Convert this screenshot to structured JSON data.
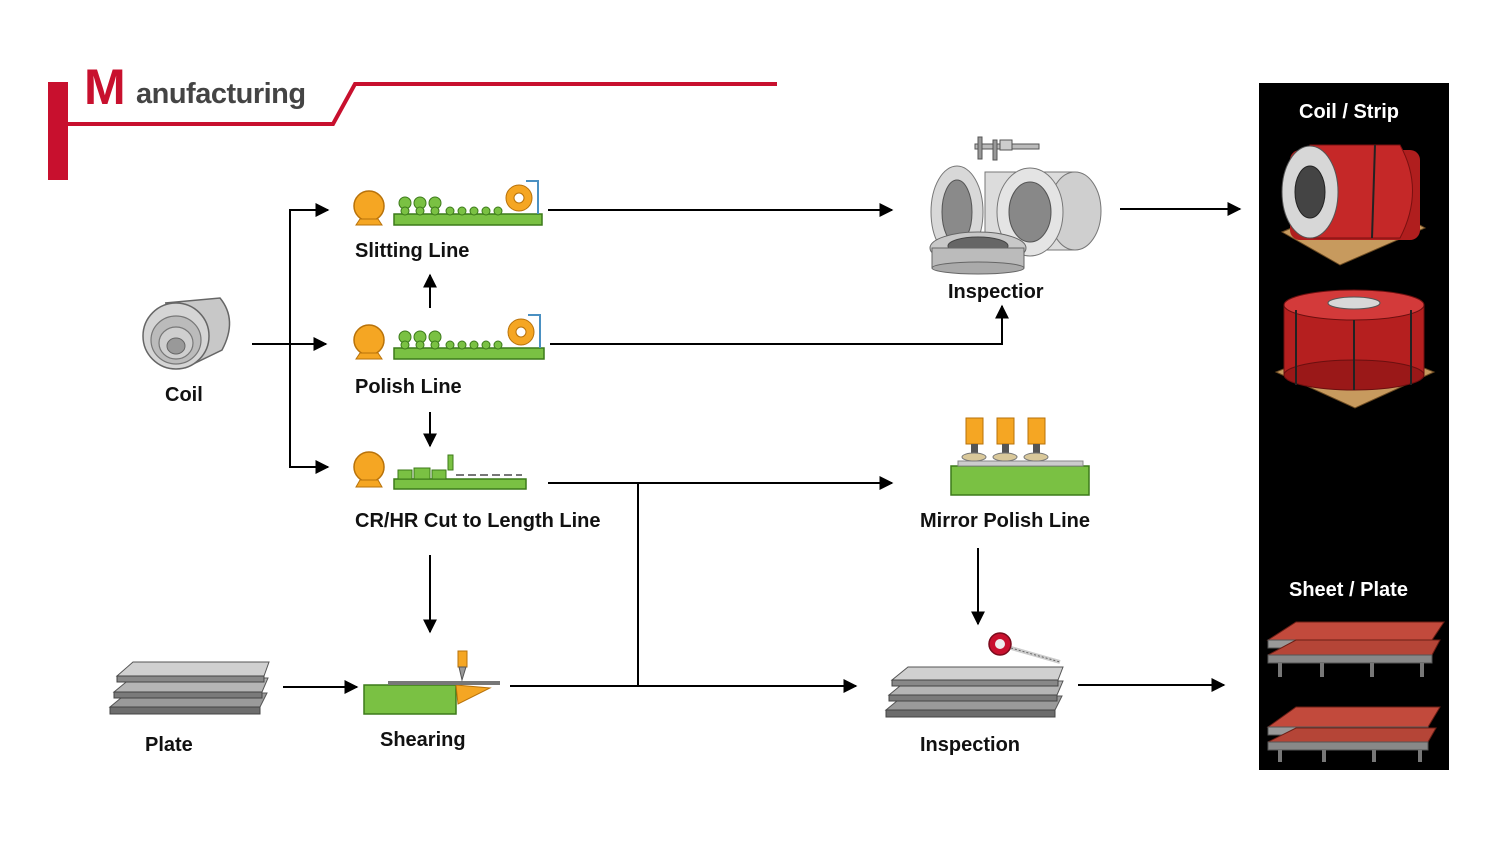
{
  "header": {
    "title_initial": "M",
    "title_rest": "anufacturing"
  },
  "colors": {
    "brand_red": "#c8102e",
    "machine_green": "#7ac143",
    "machine_orange": "#f5a623",
    "panel_bg": "#000000"
  },
  "nodes": {
    "coil": "Coil",
    "slitting_line": "Slitting Line",
    "polish_line": "Polish Line",
    "cut_to_length_line": "CR/HR Cut to Length Line",
    "inspection_top": "Inspectior",
    "mirror_polish_line": "Mirror Polish Line",
    "plate": "Plate",
    "shearing": "Shearing",
    "inspection_bottom": "Inspection"
  },
  "products": {
    "coil_strip": "Coil / Strip",
    "sheet_plate": "Sheet / Plate"
  }
}
